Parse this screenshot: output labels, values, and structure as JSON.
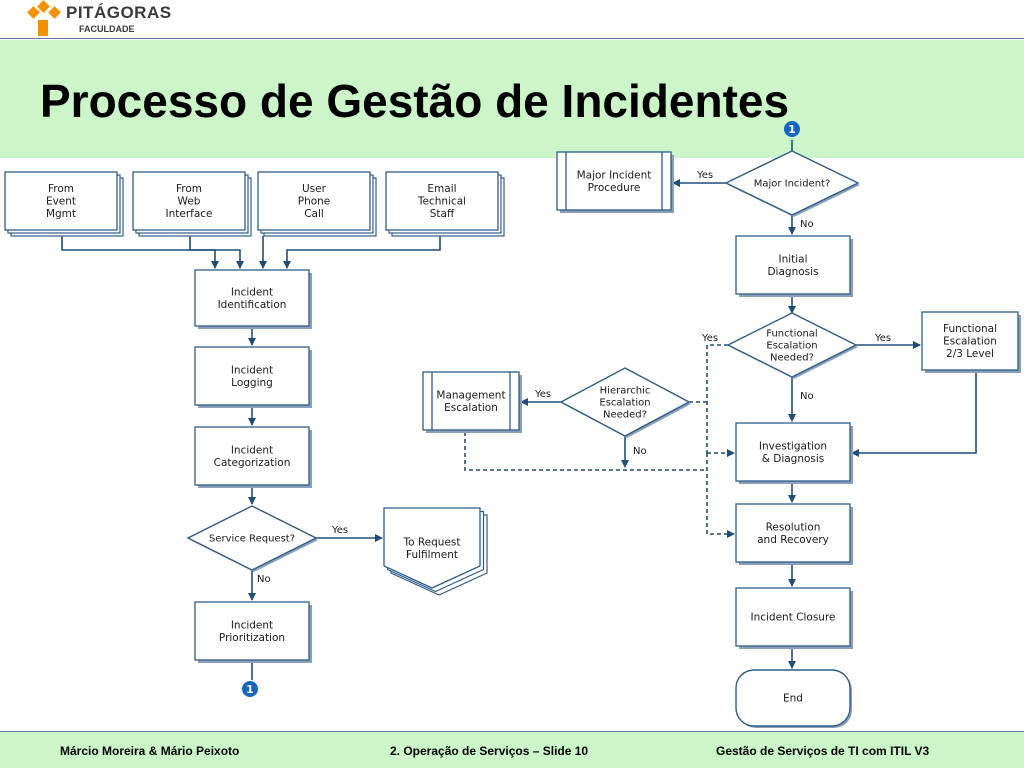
{
  "header": {
    "logo_word": "PITÁGORAS",
    "logo_sub": "FACULDADE",
    "title": "Processo de Gestão de Incidentes"
  },
  "nodes": {
    "from_event": [
      "From",
      "Event",
      "Mgmt"
    ],
    "from_web": [
      "From",
      "Web",
      "Interface"
    ],
    "user_phone": [
      "User",
      "Phone",
      "Call"
    ],
    "email_staff": [
      "Email",
      "Technical",
      "Staff"
    ],
    "identification": [
      "Incident",
      "Identification"
    ],
    "logging": [
      "Incident",
      "Logging"
    ],
    "categorization": [
      "Incident",
      "Categorization"
    ],
    "service_request": [
      "Service Request?"
    ],
    "request_fulfilment": [
      "To Request",
      "Fulfilment"
    ],
    "prioritization": [
      "Incident",
      "Prioritization"
    ],
    "major_incident": [
      "Major Incident?"
    ],
    "major_procedure": [
      "Major Incident",
      "Procedure"
    ],
    "initial_diagnosis": [
      "Initial",
      "Diagnosis"
    ],
    "functional_needed": [
      "Functional",
      "Escalation",
      "Needed?"
    ],
    "functional_level": [
      "Functional",
      "Escalation",
      "2/3 Level"
    ],
    "hierarchic_needed": [
      "Hierarchic",
      "Escalation",
      "Needed?"
    ],
    "management_escalation": [
      "Management",
      "Escalation"
    ],
    "investigation": [
      "Investigation",
      "& Diagnosis"
    ],
    "resolution": [
      "Resolution",
      "and Recovery"
    ],
    "closure": [
      "Incident Closure"
    ],
    "end": [
      "End"
    ]
  },
  "edge_labels": {
    "service_yes": "Yes",
    "service_no": "No",
    "major_yes": "Yes",
    "major_no": "No",
    "functional_yes_left": "Yes",
    "functional_yes_right": "Yes",
    "functional_no": "No",
    "hierarchic_yes": "Yes",
    "hierarchic_no": "No"
  },
  "connectors": {
    "bottom_marker": "1",
    "top_marker": "1"
  },
  "colors": {
    "band": "#ccf6c9",
    "arrow": "#1f4e79",
    "box_border": "#2e5d8a",
    "marker": "#1565c0"
  },
  "footer": {
    "left": "Márcio Moreira & Mário Peixoto",
    "center": "2. Operação de Serviços – Slide 10",
    "right": "Gestão de Serviços de TI com ITIL V3"
  }
}
